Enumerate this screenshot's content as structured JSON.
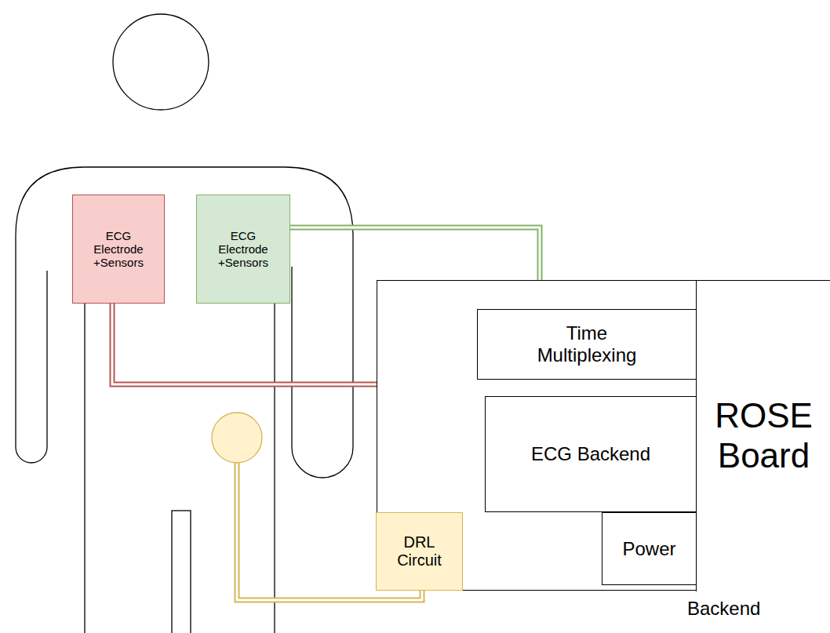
{
  "diagram": {
    "nodes": [
      {
        "text": [
          "ECG Electrode +Sensors"
        ]
      },
      {
        "text": [
          "ECG Electrode +Sensors"
        ]
      },
      {
        "text": [
          "Backend"
        ]
      },
      {
        "text": [
          "Time Multiplexing"
        ],
        "in": 2
      },
      {
        "text": [
          "ECG Backend"
        ],
        "in": 2
      },
      {
        "text": [
          "Power"
        ],
        "in": 2
      },
      {
        "text": [
          "DRL Circuit"
        ],
        "in": 2
      },
      {
        "text": [
          "ROSE Board"
        ],
        "in": 2
      }
    ],
    "edges": [
      {
        "from": 0,
        "to": 2,
        "arrow": "none"
      },
      {
        "from": 1,
        "to": 2,
        "arrow": "none"
      }
    ]
  }
}
